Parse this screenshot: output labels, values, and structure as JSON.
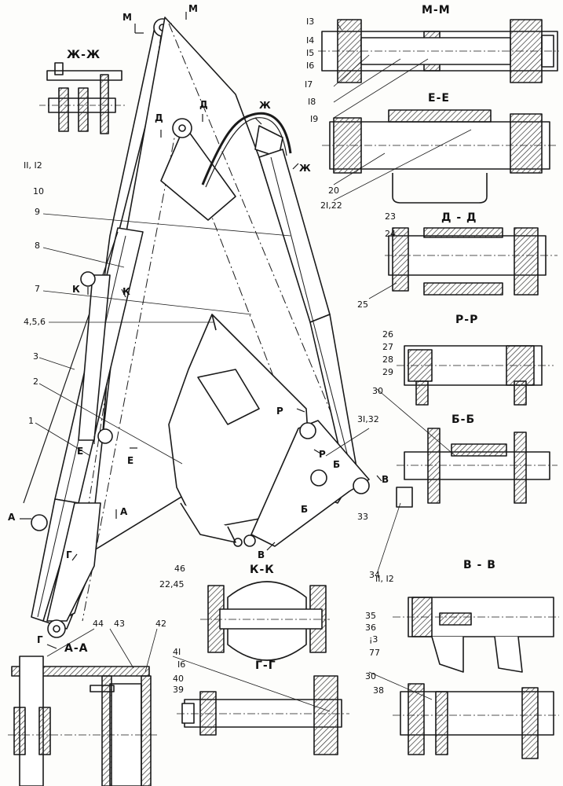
{
  "sections": {
    "zh": "Ж-Ж",
    "mm": "М-М",
    "ee": "Е-Е",
    "dd": "Д - Д",
    "rr": "Р-Р",
    "bb": "Б-Б",
    "vv": "В - В",
    "kk": "К-К",
    "gg": "Г-Г",
    "aa": "А-А"
  },
  "cut_marks": {
    "m1": "М",
    "m2": "М",
    "d1": "Д",
    "d2": "Д",
    "zh1": "Ж",
    "zh2": "Ж",
    "k1": "К",
    "k2": "К",
    "e1": "Е",
    "e2": "Е",
    "r1": "Р",
    "r2": "Р",
    "b1": "Б",
    "b2": "Б",
    "v1": "В",
    "v2": "В",
    "a1": "А",
    "a2": "А",
    "g1": "Г",
    "g2": "Г"
  },
  "callouts": {
    "n1": "1",
    "n2": "2",
    "n3": "3",
    "n456": "4,5,6",
    "n7": "7",
    "n8": "8",
    "n9": "9",
    "n10": "10",
    "n1112a": "II, I2",
    "n1112b": "II, I2",
    "n13": "I3",
    "n14": "I4",
    "n15": "I5",
    "n16": "I6",
    "n17": "I7",
    "n18": "I8",
    "n19": "I9",
    "n20": "20",
    "n2122": "2I,22",
    "n23": "23",
    "n24": "24",
    "n25": "25",
    "n26": "26",
    "n27": "27",
    "n28": "28",
    "n29": "29",
    "n30a": "30",
    "n30b": "30",
    "n3132": "3I,32",
    "n33": "33",
    "n34": "34",
    "n35": "35",
    "n36": "36",
    "n38a": "¡3",
    "n77": "77",
    "n38": "38",
    "n39": "39",
    "n40": "40",
    "n41": "4I",
    "n16b": "I6",
    "n42": "42",
    "n43": "43",
    "n44": "44",
    "n46": "46",
    "n2245": "22,45"
  },
  "colors": {
    "ink": "#1a1a1a",
    "paper": "#fdfdfb",
    "hatch": "#333333"
  }
}
